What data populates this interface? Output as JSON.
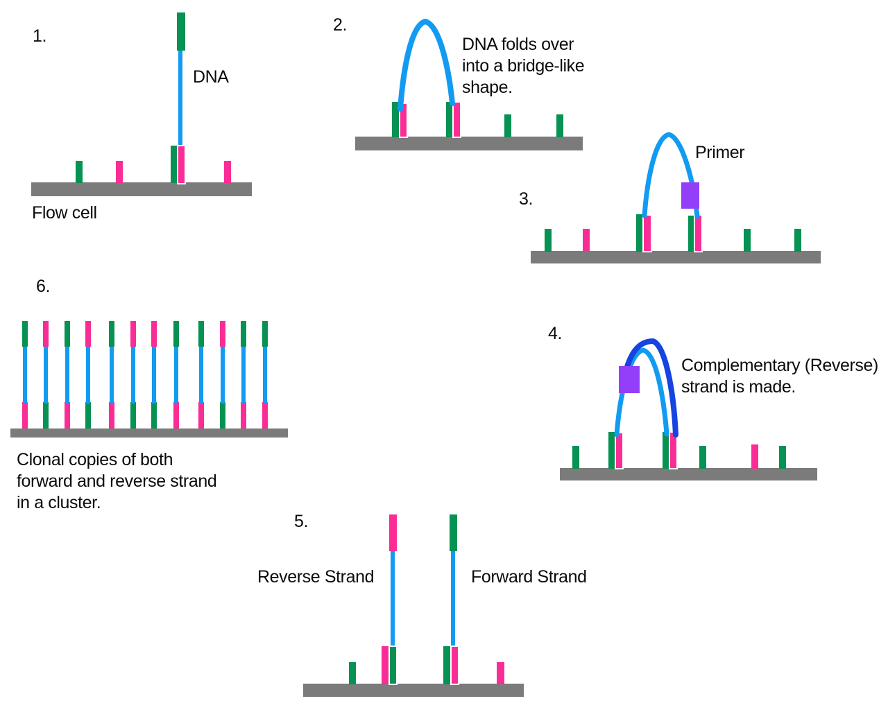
{
  "colors": {
    "green": "#069252",
    "pink": "#FA2D96",
    "blue": "#129BF2",
    "dark_blue": "#1544E0",
    "purple": "#933FFA",
    "gray": "#7B7B7B",
    "text": "#0B0B0B",
    "background": "#FFFFFF"
  },
  "steps": {
    "s1": {
      "number": "1.",
      "dna_label": "DNA",
      "flow_cell_label": "Flow cell"
    },
    "s2": {
      "number": "2.",
      "caption": "DNA folds over\ninto a bridge-like\nshape."
    },
    "s3": {
      "number": "3.",
      "primer_label": "Primer"
    },
    "s4": {
      "number": "4.",
      "caption": "Complementary (Reverse)\nstrand is made."
    },
    "s5": {
      "number": "5.",
      "reverse_label": "Reverse Strand",
      "forward_label": "Forward Strand"
    },
    "s6": {
      "number": "6.",
      "caption": "Clonal copies of both\nforward and reverse strand\nin a cluster.",
      "strands": [
        {
          "top": "green",
          "bottom": "pink"
        },
        {
          "top": "pink",
          "bottom": "green"
        },
        {
          "top": "green",
          "bottom": "pink"
        },
        {
          "top": "pink",
          "bottom": "green"
        },
        {
          "top": "green",
          "bottom": "pink"
        },
        {
          "top": "pink",
          "bottom": "green"
        },
        {
          "top": "pink",
          "bottom": "green"
        },
        {
          "top": "green",
          "bottom": "pink"
        },
        {
          "top": "green",
          "bottom": "pink"
        },
        {
          "top": "pink",
          "bottom": "green"
        },
        {
          "top": "green",
          "bottom": "pink"
        },
        {
          "top": "green",
          "bottom": "pink"
        }
      ]
    }
  }
}
